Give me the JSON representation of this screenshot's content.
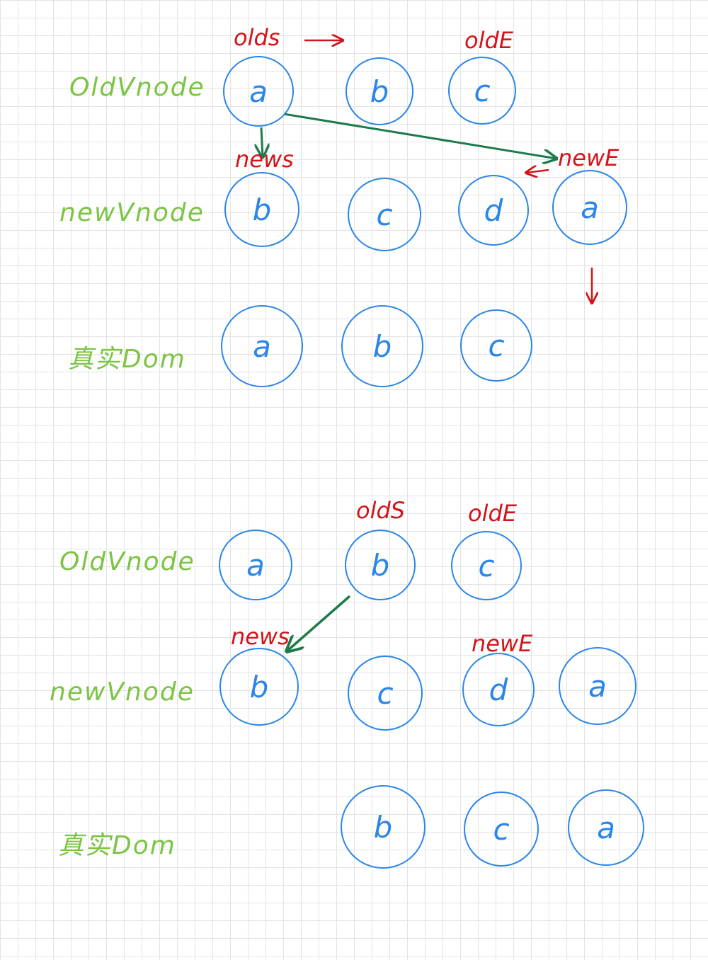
{
  "colors": {
    "label": "#7cc444",
    "node": "#2a86e8",
    "pointer": "#d4141a",
    "match_arrow": "#1d7a4a",
    "grid": "#e3e3e3"
  },
  "diagram1": {
    "labels": {
      "old": "OldVnode",
      "new": "newVnode",
      "dom": "真实Dom"
    },
    "old_nodes": [
      "a",
      "b",
      "c"
    ],
    "new_nodes": [
      "b",
      "c",
      "d",
      "a"
    ],
    "dom_nodes": [
      "a",
      "b",
      "c"
    ],
    "pointers": {
      "old_start": "olds",
      "old_end": "oldE",
      "new_start": "news",
      "new_end": "newE"
    }
  },
  "diagram2": {
    "labels": {
      "old": "OldVnode",
      "new": "newVnode",
      "dom": "真实Dom"
    },
    "old_nodes": [
      "a",
      "b",
      "c"
    ],
    "new_nodes": [
      "b",
      "c",
      "d",
      "a"
    ],
    "dom_nodes": [
      "b",
      "c",
      "a"
    ],
    "pointers": {
      "old_start": "oldS",
      "old_end": "oldE",
      "new_start": "news",
      "new_end": "newE"
    }
  }
}
